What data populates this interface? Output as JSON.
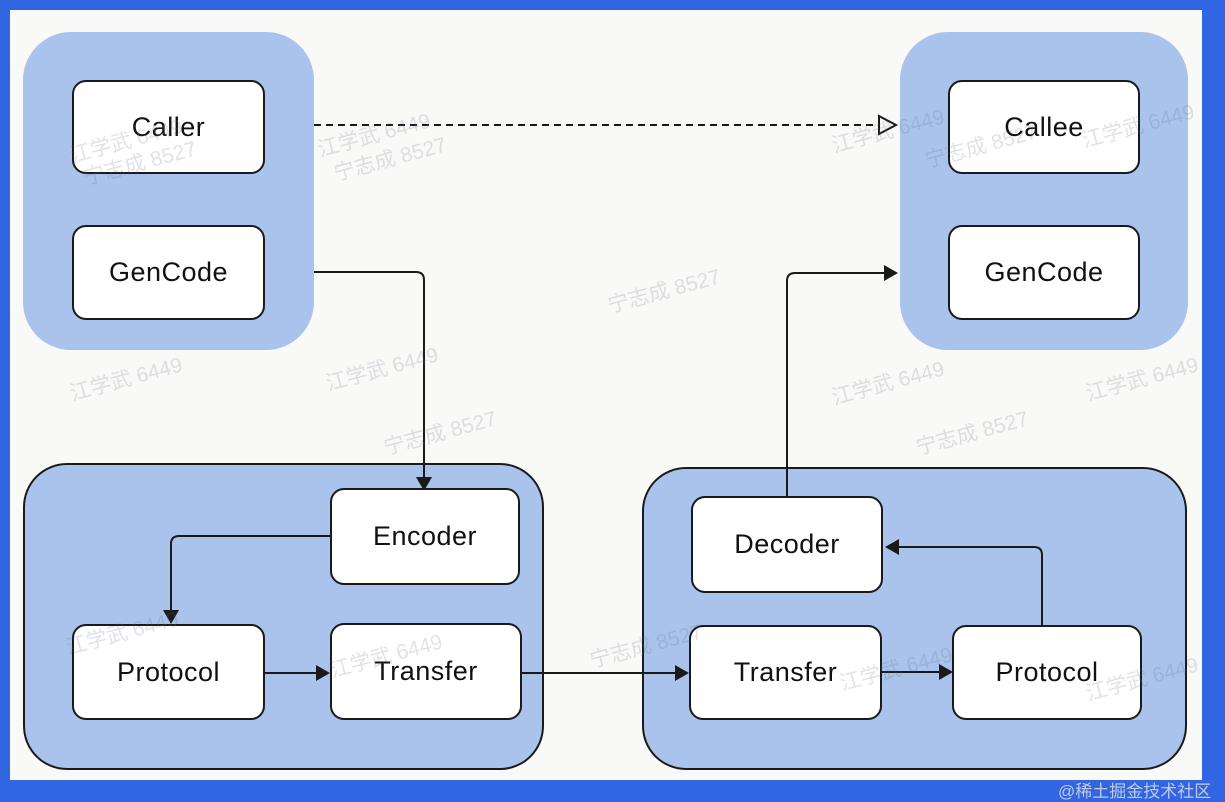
{
  "colors": {
    "frame_blue": "#3165e1",
    "canvas_background": "#f9f9f7",
    "group_fill": "#a9c3ec",
    "node_fill": "#ffffff",
    "line_black": "#1a1a1a"
  },
  "nodes": {
    "caller": "Caller",
    "gencode_caller": "GenCode",
    "callee": "Callee",
    "gencode_callee": "GenCode",
    "encoder": "Encoder",
    "protocol_caller": "Protocol",
    "transfer_caller": "Transfer",
    "decoder": "Decoder",
    "transfer_callee": "Transfer",
    "protocol_callee": "Protocol"
  },
  "edges": [
    {
      "from": "Caller",
      "to": "Callee",
      "line": "dashed",
      "arrowhead": "open-triangle"
    },
    {
      "from": "GenCode (caller side)",
      "to": "Encoder",
      "line": "solid",
      "arrowhead": "filled"
    },
    {
      "from": "Encoder",
      "to": "Protocol (caller side)",
      "line": "solid",
      "arrowhead": "filled"
    },
    {
      "from": "Protocol (caller side)",
      "to": "Transfer (caller side)",
      "line": "solid",
      "arrowhead": "filled"
    },
    {
      "from": "Transfer (caller side)",
      "to": "Transfer (callee side)",
      "line": "solid",
      "arrowhead": "filled"
    },
    {
      "from": "Transfer (callee side)",
      "to": "Protocol (callee side)",
      "line": "solid",
      "arrowhead": "filled"
    },
    {
      "from": "Protocol (callee side)",
      "to": "Decoder",
      "line": "solid",
      "arrowhead": "filled"
    },
    {
      "from": "Decoder",
      "to": "GenCode (callee side)",
      "line": "solid",
      "arrowhead": "filled"
    }
  ],
  "watermarks": {
    "name_a": "江学武 6449",
    "name_b": "宁志成 8527",
    "site": "@稀土掘金技术社区"
  }
}
